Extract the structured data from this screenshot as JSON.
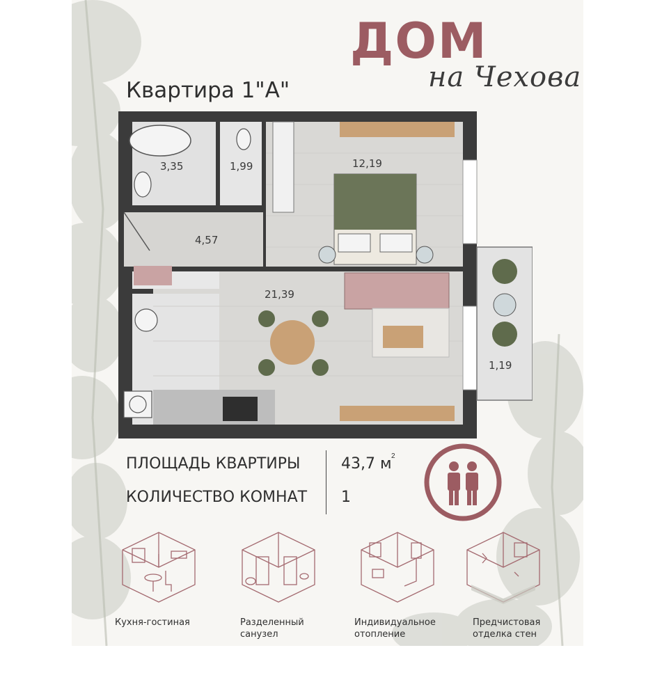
{
  "brand": {
    "title": "ДОМ",
    "subtitle": "на Чехова"
  },
  "apartment": {
    "title": "Квартира 1\"А\""
  },
  "rooms": {
    "bathroom_area": "3,35",
    "toilet_area": "1,99",
    "bedroom_area": "12,19",
    "hall_area": "4,57",
    "living_area": "21,39",
    "balcony_area": "1,19"
  },
  "stats": {
    "area_label": "ПЛОЩАДЬ КВАРТИРЫ",
    "area_value": "43,7 м",
    "area_unit_sup": "2",
    "rooms_label": "КОЛИЧЕСТВО КОМНАТ",
    "rooms_value": "1"
  },
  "features": [
    {
      "icon": "kitchen-living-icon",
      "label": "Кухня-гостиная"
    },
    {
      "icon": "separate-bathroom-icon",
      "label": "Разделенный санузел"
    },
    {
      "icon": "individual-heating-icon",
      "label": "Индивидуальное отопление"
    },
    {
      "icon": "pre-finish-walls-icon",
      "label": "Предчистовая отделка стен"
    }
  ],
  "colors": {
    "brand": "#9c5c62",
    "wall": "#3b3b3b",
    "floor": "#dad9d6",
    "sofa": "#c9a3a3",
    "accent_green": "#5f6b4c",
    "wood": "#c9a176"
  }
}
